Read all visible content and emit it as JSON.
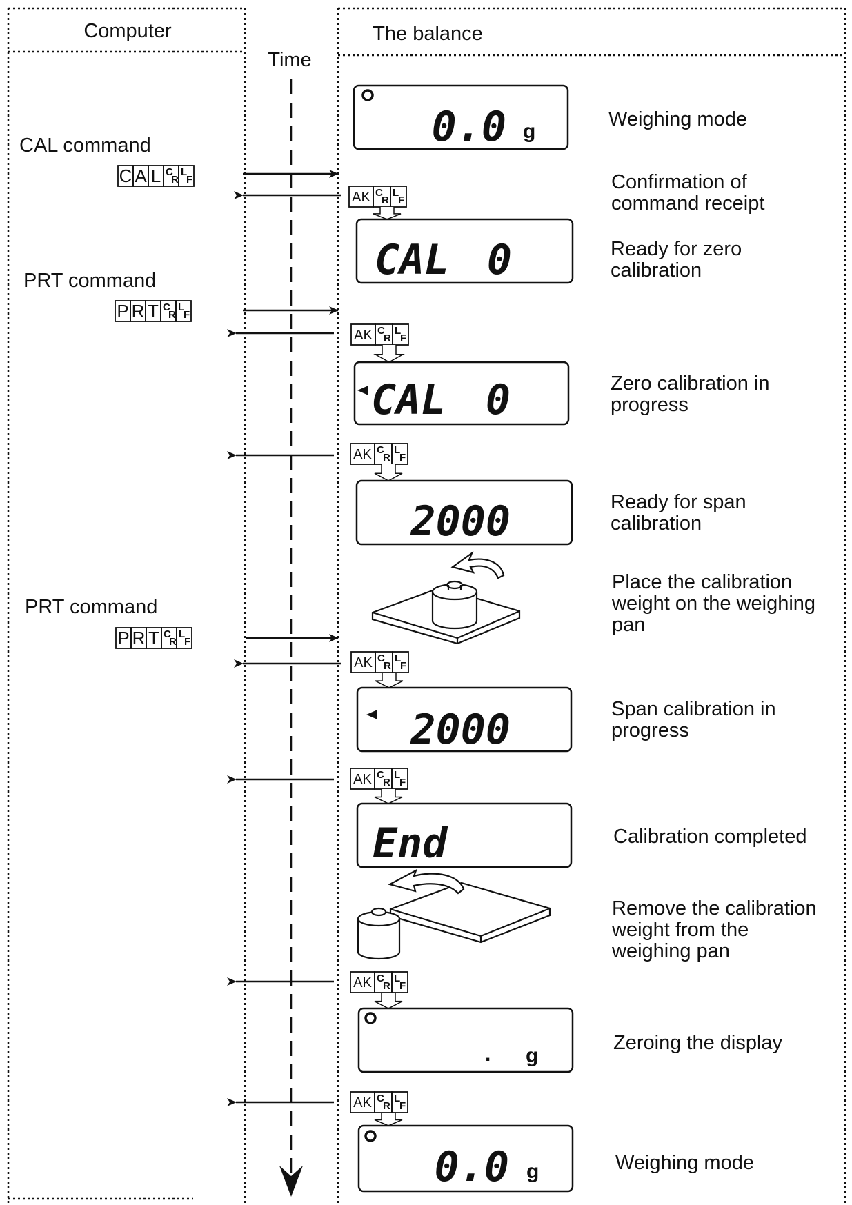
{
  "header": {
    "computer": "Computer",
    "balance": "The balance",
    "time": "Time"
  },
  "commands": [
    {
      "label": "CAL command",
      "chars": [
        "C",
        "A",
        "L"
      ]
    },
    {
      "label": "PRT command",
      "chars": [
        "P",
        "R",
        "T"
      ]
    },
    {
      "label": "PRT command",
      "chars": [
        "P",
        "R",
        "T"
      ]
    }
  ],
  "terminator": {
    "c": "C",
    "r": "R",
    "l": "L",
    "f": "F"
  },
  "ack": {
    "ak": "AK",
    "c": "C",
    "r": "R",
    "l": "L",
    "f": "F"
  },
  "steps": [
    {
      "desc": [
        "Weighing mode"
      ]
    },
    {
      "desc": [
        "Confirmation of",
        "command receipt"
      ]
    },
    {
      "desc": [
        "Ready for zero",
        "calibration"
      ]
    },
    {
      "desc": [
        "Zero calibration in",
        "progress"
      ]
    },
    {
      "desc": [
        "Ready for span",
        "calibration"
      ]
    },
    {
      "desc": [
        "Place the calibration",
        "weight on the weighing",
        "pan"
      ]
    },
    {
      "desc": [
        "Span calibration in",
        "progress"
      ]
    },
    {
      "desc": [
        "Calibration completed"
      ]
    },
    {
      "desc": [
        "Remove the calibration",
        "weight from the",
        "weighing pan"
      ]
    },
    {
      "desc": [
        "Zeroing the display"
      ]
    },
    {
      "desc": [
        "Weighing mode"
      ]
    }
  ],
  "displays": {
    "weighing": {
      "value": "0.0",
      "unit": "g"
    },
    "cal_zero": {
      "left": "CAL",
      "right": "0"
    },
    "span": {
      "value": "2000"
    },
    "end": {
      "value": "End"
    },
    "zeroing": {
      "value": ".",
      "unit": "g"
    }
  }
}
